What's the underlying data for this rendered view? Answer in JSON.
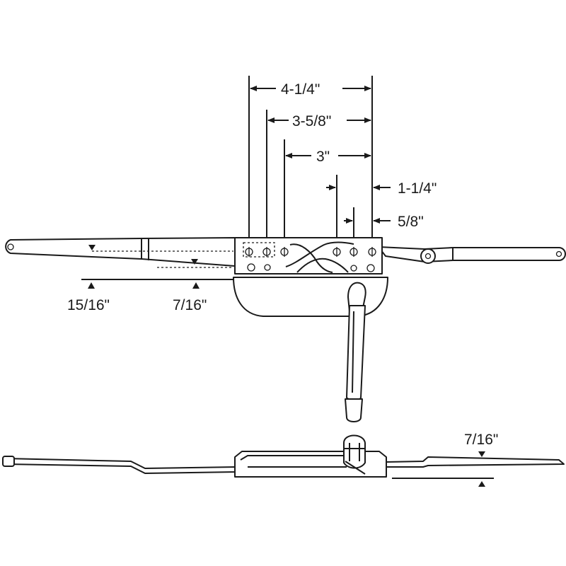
{
  "dimensions": {
    "d_4_1_4": "4-1/4\"",
    "d_3_5_8": "3-5/8\"",
    "d_3": "3\"",
    "d_1_1_4": "1-1/4\"",
    "d_5_8": "5/8\"",
    "d_15_16": "15/16\"",
    "d_7_16_top": "7/16\"",
    "d_7_16_bottom": "7/16\""
  },
  "colors": {
    "line": "#1a1a1a",
    "background": "#ffffff"
  }
}
